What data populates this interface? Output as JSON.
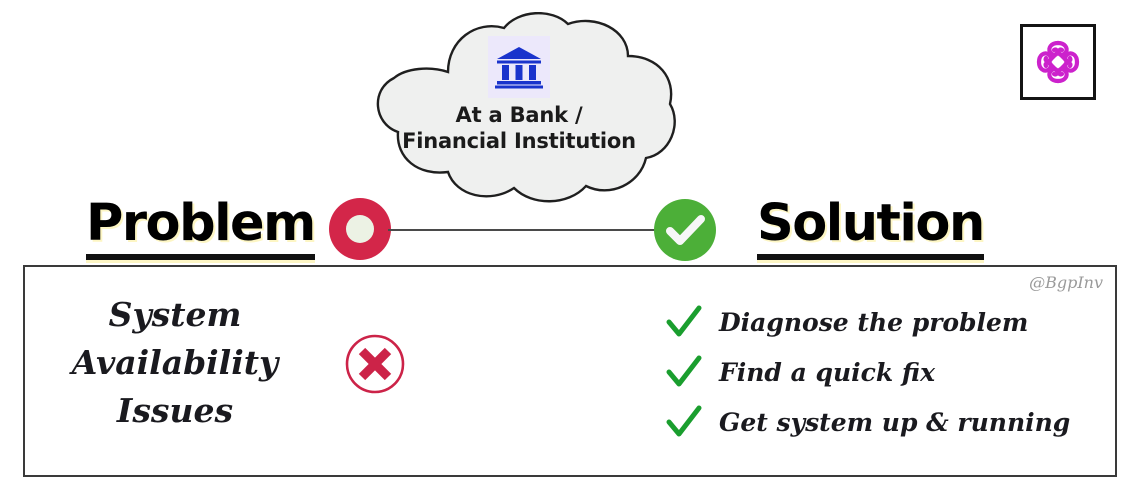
{
  "brand": {
    "logo_icon": "celtic-knot-icon",
    "logo_color": "#cc22cc",
    "watermark": "@BgpInv",
    "watermark_color": "#9a9a9a"
  },
  "cloud": {
    "icon": "bank-building-icon",
    "icon_color": "#1a33cc",
    "icon_background": "#ece8fb",
    "fill": "#eff0ef",
    "stroke": "#1f1f1f",
    "line1": "At a Bank /",
    "line2": "Financial Institution"
  },
  "flow": {
    "problem_heading": "Problem",
    "solution_heading": "Solution",
    "problem_status_icon": "red-dot-circle-icon",
    "problem_status_color": "#d32649",
    "solution_status_icon": "green-check-circle-icon",
    "solution_status_color": "#4caf38",
    "arrow_icon": "arrow-right-icon",
    "arrow_color": "#4a4a4a",
    "heading_glow_color": "#fdf6c4"
  },
  "panel": {
    "border_color": "#3a3a3a",
    "problem": {
      "title": "System Availability Issues",
      "icon": "red-x-circle-icon",
      "icon_color": "#cc2348"
    },
    "solution": {
      "check_icon": "green-check-icon",
      "check_color": "#1a9e2e",
      "items": [
        {
          "label": "Diagnose the problem"
        },
        {
          "label": "Find a quick fix"
        },
        {
          "label": "Get system up & running"
        }
      ]
    }
  }
}
